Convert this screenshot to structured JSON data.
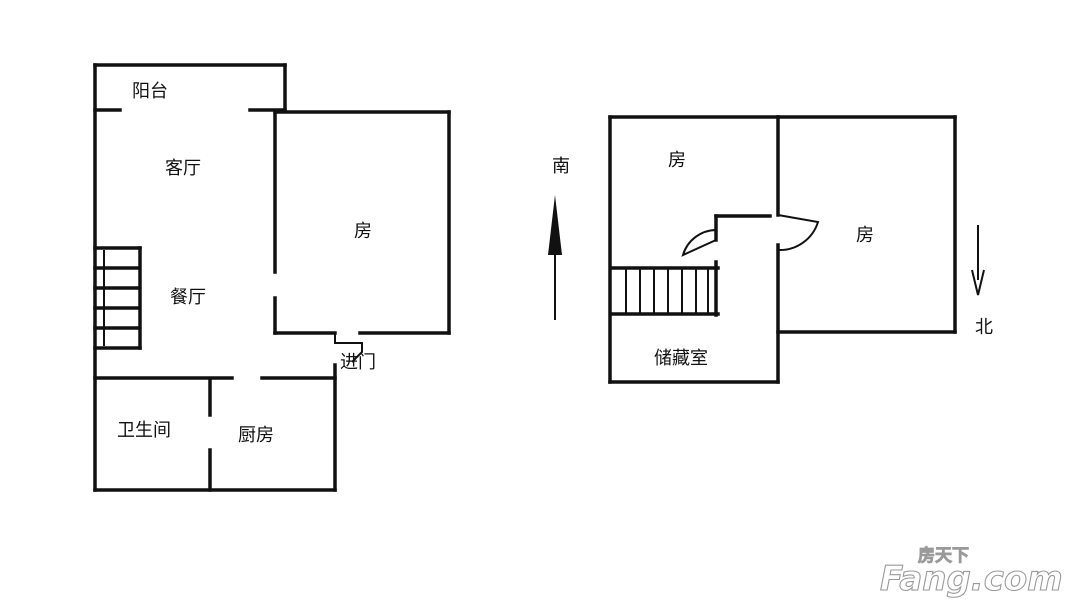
{
  "rooms": {
    "balcony": "阳台",
    "living_room": "客厅",
    "dining_room": "餐厅",
    "room_left": "房",
    "entrance": "进门",
    "bathroom": "卫生间",
    "kitchen": "厨房",
    "room_upper_small": "房",
    "room_upper_large": "房",
    "storage": "储藏室"
  },
  "compass": {
    "south": "南",
    "north": "北"
  },
  "watermark": {
    "small": "房天下",
    "main": "Fang.com"
  }
}
